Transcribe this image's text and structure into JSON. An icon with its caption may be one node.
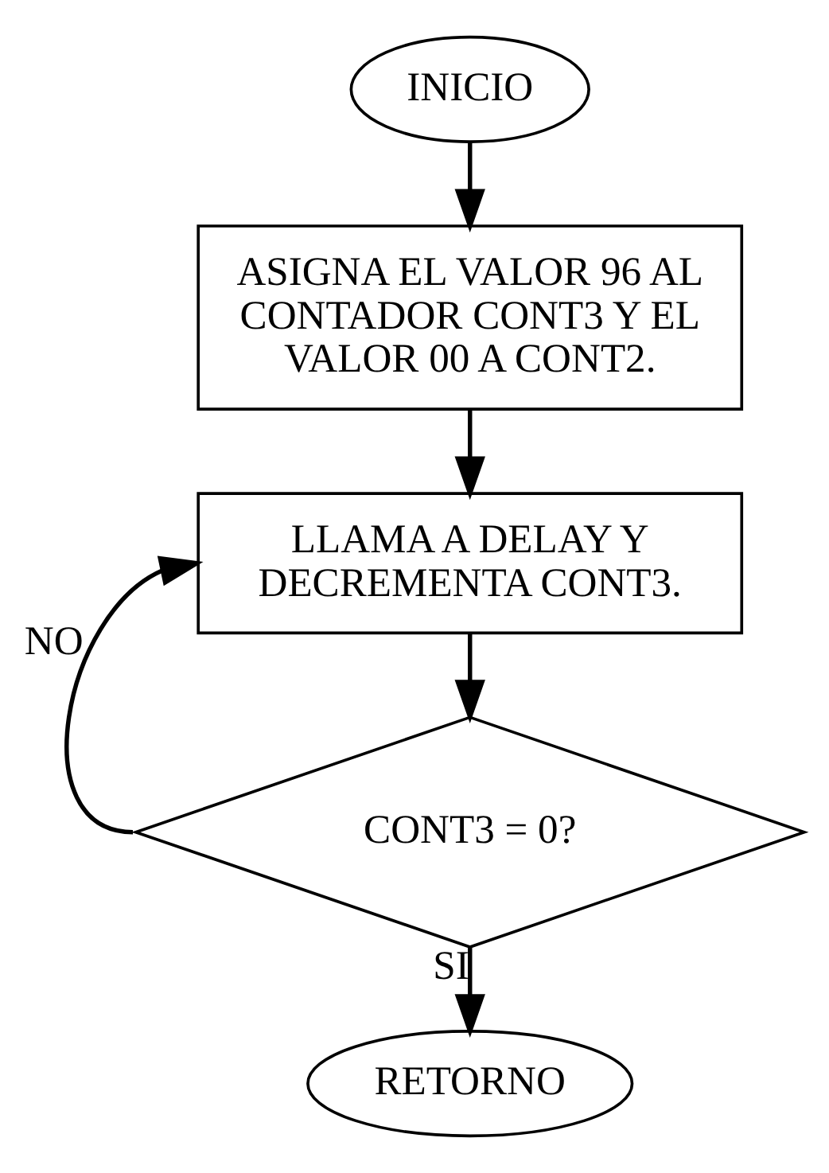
{
  "diagram": {
    "nodes": [
      {
        "text": [
          "INICIO"
        ]
      },
      {
        "text": [
          "ASIGNA EL VALOR 96 AL CONTADOR CONT3 Y EL VALOR 00 A CONT2."
        ]
      },
      {
        "text": [
          "LLAMA A DELAY Y DECREMENTA CONT3."
        ]
      },
      {
        "text": [
          "CONT3 = 0?"
        ]
      },
      {
        "text": [
          "RETORNO"
        ]
      }
    ],
    "edges": [
      {
        "from": 0,
        "to": 1,
        "arrow": "to"
      },
      {
        "from": 1,
        "to": 2,
        "arrow": "to"
      },
      {
        "from": 2,
        "to": 3,
        "arrow": "to"
      },
      {
        "from": 3,
        "to": 2,
        "arrow": "to",
        "label": "NO"
      },
      {
        "from": 3,
        "to": 4,
        "arrow": "to",
        "label": "SI"
      }
    ]
  }
}
